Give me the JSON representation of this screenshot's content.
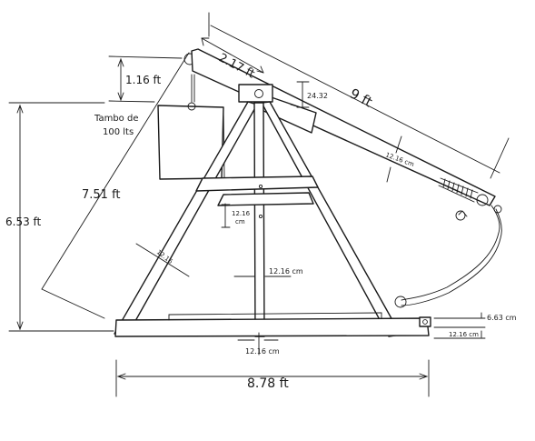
{
  "dimensions": {
    "counterweight_drop": "1.16 ft",
    "arm_short": "2.17 ft",
    "arm_total": "9 ft",
    "axle_block": "24.32",
    "beam_thickness_arm": "12.16 cm",
    "frame_height": "6.53 ft",
    "leg_length": "7.51 ft",
    "beam_thickness_leg": "12.16",
    "beam_thickness_crossbar_line1": "12.16",
    "beam_thickness_crossbar_line2": "cm",
    "beam_thickness_post": "12.16 cm",
    "beam_thickness_base": "12.16 cm",
    "base_length": "8.78 ft",
    "trough_height": "6.63 cm",
    "trough_beam": "12.16 cm"
  },
  "labels": {
    "counterweight_line1": "Tambo de",
    "counterweight_line2": "100 lts"
  }
}
